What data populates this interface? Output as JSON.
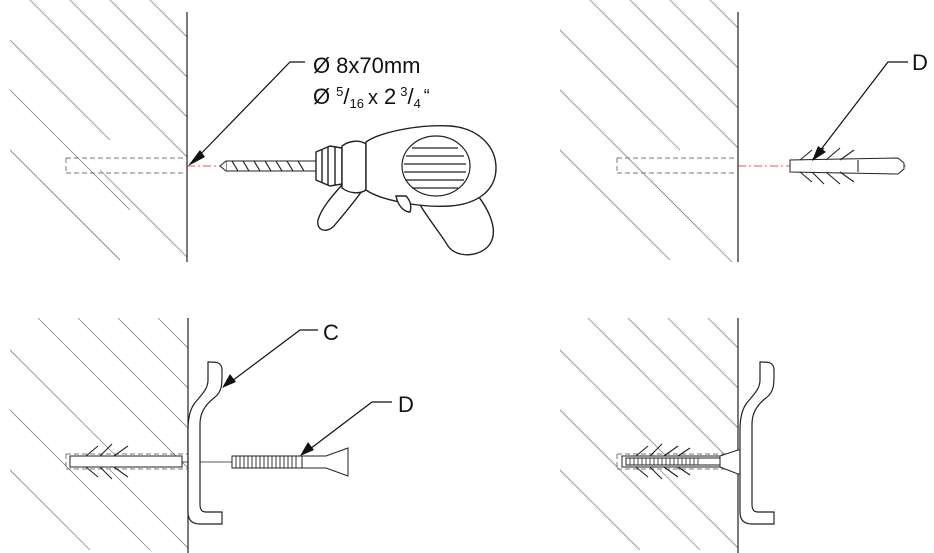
{
  "drill_spec": {
    "metric_prefix": "Ø",
    "metric_size": "8x70mm",
    "imperial_prefix": "Ø",
    "imperial_num1": "5",
    "imperial_den1": "16",
    "imperial_x": "x",
    "imperial_whole": "2",
    "imperial_num2": "3",
    "imperial_den2": "4",
    "imperial_mark": "“"
  },
  "labels": {
    "panel_b": "D",
    "panel_c_bracket": "C",
    "panel_c_screw": "D"
  }
}
